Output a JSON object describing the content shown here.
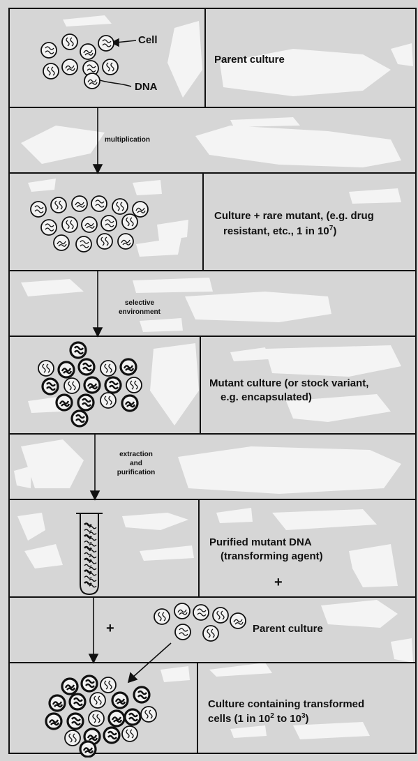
{
  "labels": {
    "cell": "Cell",
    "dna": "DNA",
    "parent_culture": "Parent culture",
    "multiplication": "multiplication",
    "culture_rare_mutant_1": "Culture + rare mutant, (e.g. drug",
    "culture_rare_mutant_2": "resistant, etc., 1 in 10",
    "culture_rare_mutant_exp": "7",
    "culture_rare_mutant_end": ")",
    "selective_1": "selective",
    "selective_2": "environment",
    "mutant_culture_1": "Mutant culture (or stock variant,",
    "mutant_culture_2": "e.g. encapsulated)",
    "extraction_1": "extraction",
    "extraction_2": "and",
    "extraction_3": "purification",
    "purified_1": "Purified mutant DNA",
    "purified_2": "(transforming agent)",
    "plus": "+",
    "plus_left": "+",
    "parent_culture_2": "Parent culture",
    "transformed_1": "Culture containing transformed",
    "transformed_2a": "cells (1 in 10",
    "transformed_2_exp1": "2",
    "transformed_2b": " to 10",
    "transformed_2_exp2": "3",
    "transformed_2c": ")"
  },
  "colors": {
    "background": "#d6d6d6",
    "smudge": "#f4f4f4",
    "line": "#111111"
  }
}
